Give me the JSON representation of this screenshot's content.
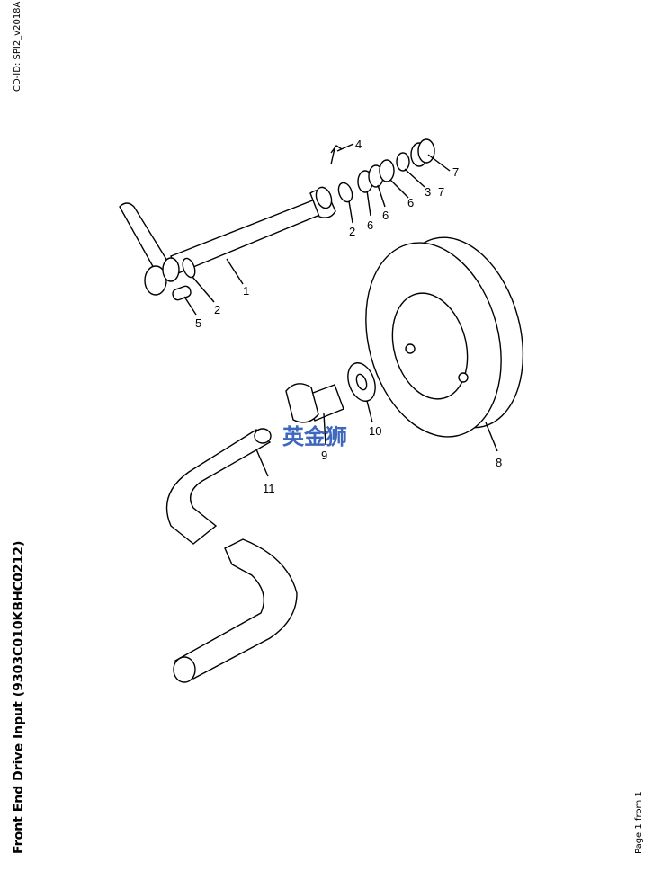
{
  "header": {
    "cd_id": "CD-ID: SPI2_v2018A"
  },
  "footer": {
    "title": "Front End Drive Input (9303C010KBHC0212)",
    "page": "Page 1 from 1"
  },
  "diagram": {
    "watermark": "英金狮",
    "callouts": [
      "4",
      "7",
      "7",
      "3",
      "6",
      "6",
      "6",
      "2",
      "1",
      "2",
      "5",
      "10",
      "9",
      "8",
      "11"
    ]
  },
  "colors": {
    "watermark": "#2a57b8"
  }
}
